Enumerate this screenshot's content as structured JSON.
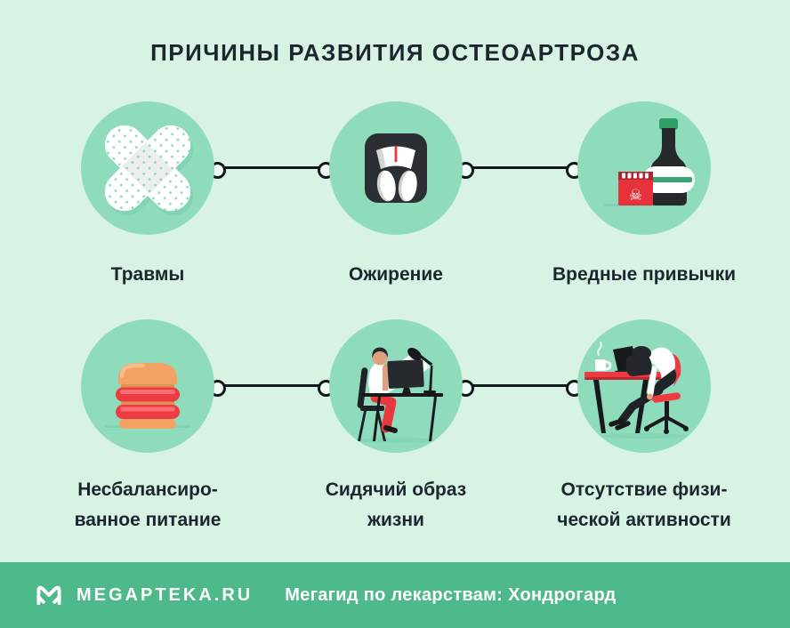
{
  "title": "ПРИЧИНЫ РАЗВИТИЯ ОСТЕОАРТРОЗА",
  "cards": [
    {
      "id": "injuries",
      "icon": "bandage-icon",
      "label_lines": [
        "Травмы"
      ]
    },
    {
      "id": "obesity",
      "icon": "scale-icon",
      "label_lines": [
        "Ожирение"
      ]
    },
    {
      "id": "bad-habits",
      "icon": "alcohol-and-cigarettes-icon",
      "label_lines": [
        "Вредные привычки"
      ]
    },
    {
      "id": "unbalanced-diet",
      "icon": "burger-icon",
      "label_lines": [
        "Несбалансиро-",
        "ванное питание"
      ]
    },
    {
      "id": "sedentary-lifestyle",
      "icon": "person-at-desk-icon",
      "label_lines": [
        "Сидячий образ",
        "жизни"
      ]
    },
    {
      "id": "no-physical-activity",
      "icon": "exhausted-person-icon",
      "label_lines": [
        "Отсутствие физи-",
        "ческой активности"
      ]
    }
  ],
  "footer": {
    "brand": "MEGAPTEKA.RU",
    "tagline": "Мегагид по лекарствам: Хондрогард"
  },
  "theme": {
    "bg": "#d8f3e4",
    "circle": "#8fdcbd",
    "footer-bg": "#4eb98b",
    "text": "#1b262e",
    "line": "#10181b",
    "accent-red": "#ee3a41",
    "accent-green": "#2f9e66",
    "white": "#ffffff"
  }
}
